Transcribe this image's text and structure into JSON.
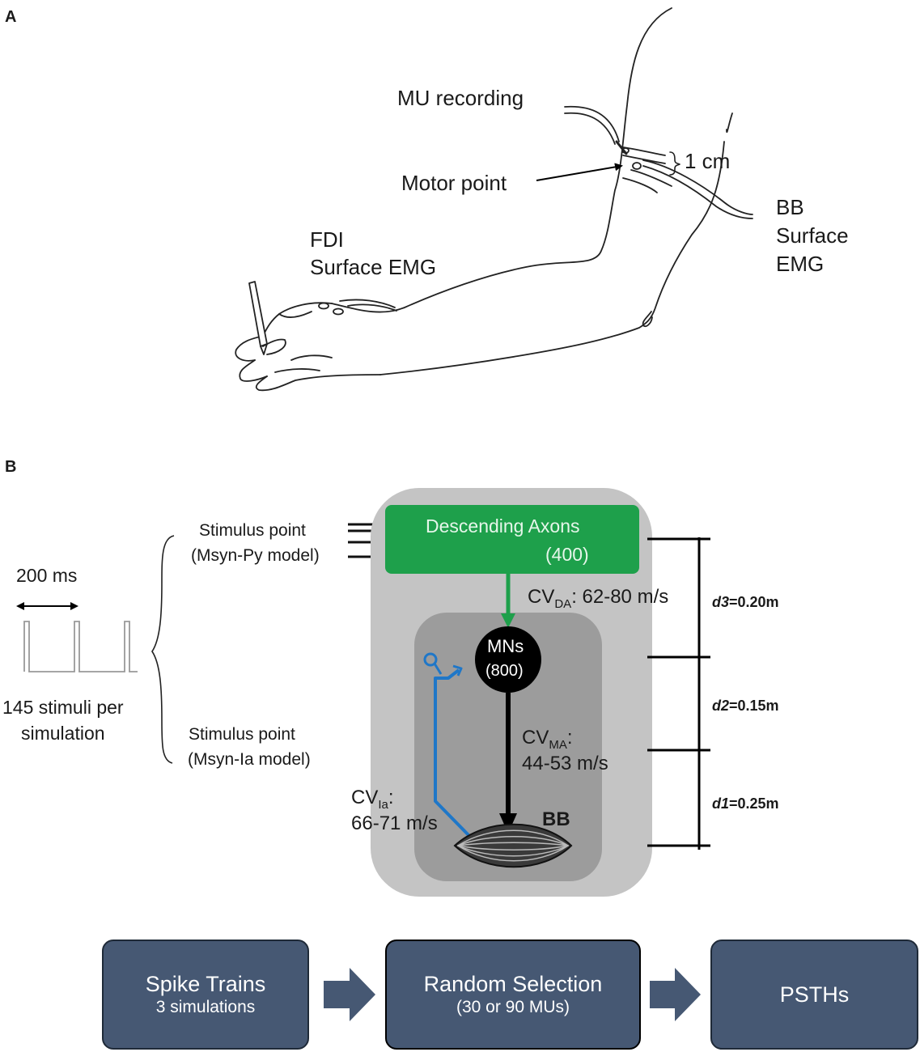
{
  "panel_a": {
    "letter": "A",
    "mu_recording": "MU recording",
    "motor_point": "Motor point",
    "distance": "1 cm",
    "fdi_line1": "FDI",
    "fdi_line2": "Surface EMG",
    "bb_line1": "BB",
    "bb_line2": "Surface",
    "bb_line3": "EMG"
  },
  "panel_b": {
    "letter": "B",
    "interval": "200 ms",
    "stimuli_line1": "145 stimuli per",
    "stimuli_line2": "simulation",
    "stim_py_line1": "Stimulus point",
    "stim_py_line2": "(Msyn-Py model)",
    "stim_ia_line1": "Stimulus point",
    "stim_ia_line2": "(Msyn-Ia model)",
    "descending_title": "Descending Axons",
    "descending_count": "(400)",
    "cv_da_main": "CV",
    "cv_da_sub": "DA",
    "cv_da_value": ": 62-80 m/s",
    "mns_title": "MNs",
    "mns_count": "(800)",
    "cv_ma_main": "CV",
    "cv_ma_sub": "MA",
    "cv_ma_colon": ":",
    "cv_ma_value": "44-53 m/s",
    "cv_ia_main": "CV",
    "cv_ia_sub": "Ia",
    "cv_ia_colon": ":",
    "cv_ia_value": "66-71 m/s",
    "muscle": "BB",
    "d3_name": "d3",
    "d3_value": "=0.20m",
    "d2_name": "d2",
    "d2_value": "=0.15m",
    "d1_name": "d1",
    "d1_value": "=0.25m"
  },
  "flow": {
    "box1_title": "Spike Trains",
    "box1_sub": "3 simulations",
    "box2_title": "Random Selection",
    "box2_sub": "(30 or 90 MUs)",
    "box3_title": "PSTHs"
  },
  "colors": {
    "green": "#1ea04b",
    "blue": "#1f77c8",
    "outer_gray": "#c4c4c4",
    "inner_gray": "#9c9c9c",
    "box_fill": "#465873"
  }
}
